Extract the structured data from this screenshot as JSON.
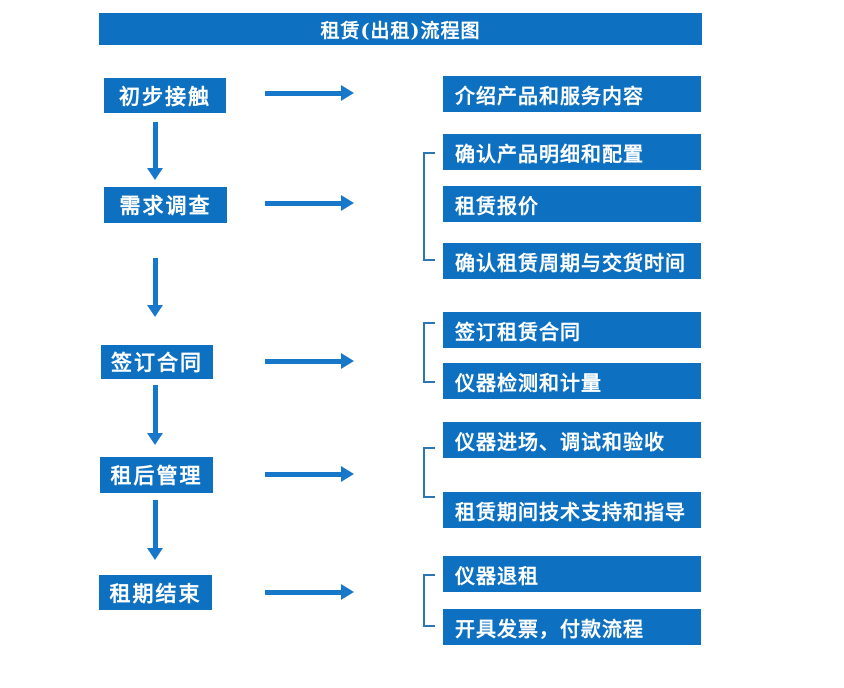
{
  "title": "租赁(出租)流程图",
  "colors": {
    "box_blue": "#0e70c0",
    "arrow_blue": "#1777c9",
    "bracket_blue": "#2e75b6",
    "text_white": "#ffffff"
  },
  "stages": [
    {
      "label": "初步接触",
      "details": [
        "介绍产品和服务内容"
      ]
    },
    {
      "label": "需求调查",
      "details": [
        "确认产品明细和配置",
        "租赁报价",
        "确认租赁周期与交货时间"
      ]
    },
    {
      "label": "签订合同",
      "details": [
        "签订租赁合同",
        "仪器检测和计量"
      ]
    },
    {
      "label": "租后管理",
      "details": [
        "仪器进场、调试和验收",
        "租赁期间技术支持和指导"
      ]
    },
    {
      "label": "租期结束",
      "details": [
        "仪器退租",
        "开具发票，付款流程"
      ]
    }
  ]
}
